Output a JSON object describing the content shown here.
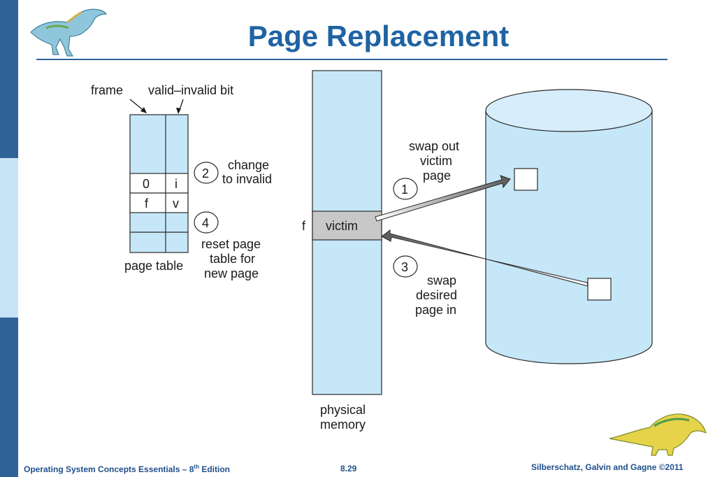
{
  "title": "Page Replacement",
  "footer": {
    "left_main": "Operating System Concepts Essentials – 8",
    "left_sup": "th",
    "left_tail": " Edition",
    "page": "8.29",
    "copyright": "Silberschatz, Galvin and Gagne ©2011"
  },
  "diagram": {
    "frame_label": "frame",
    "valid_invalid_label": "valid–invalid bit",
    "row_frame_0": "0",
    "row_bit_0": "i",
    "row_frame_1": "f",
    "row_bit_1": "v",
    "page_table_label": "page table",
    "step2_num": "2",
    "step2_line1": "change",
    "step2_line2": "to invalid",
    "step4_num": "4",
    "step4_line1": "reset page",
    "step4_line2": "table for",
    "step4_line3": "new page",
    "f_label": "f",
    "victim_label": "victim",
    "physical_line1": "physical",
    "physical_line2": "memory",
    "step1_num": "1",
    "swap_out_line1": "swap out",
    "swap_out_line2": "victim",
    "swap_out_line3": "page",
    "step3_num": "3",
    "swap_in_line1": "swap",
    "swap_in_line2": "desired",
    "swap_in_line3": "page in"
  },
  "colors": {
    "accent": "#1f63a3",
    "fill_light_blue": "#c6e7f8",
    "victim_gray": "#c8c8c8"
  }
}
